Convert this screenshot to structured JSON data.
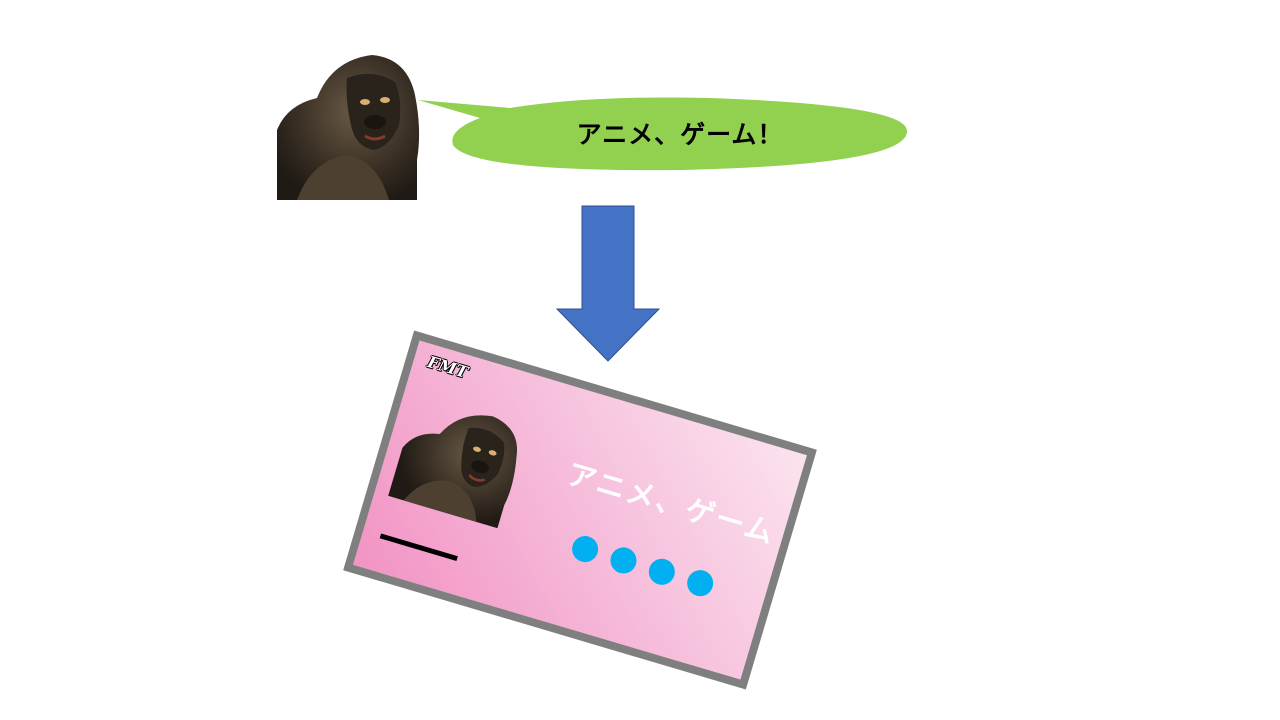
{
  "speech": {
    "text": "アニメ、ゲーム！"
  },
  "card": {
    "logo": "FMT",
    "title": "アニメ、ゲーム",
    "dots": 4,
    "border_color": "#7f7f7f",
    "dot_color": "#00b0f0",
    "gradient_colors": [
      "#f293c4",
      "#fbe3ef"
    ]
  },
  "colors": {
    "bubble": "#92d050",
    "arrow": "#4472c4"
  }
}
